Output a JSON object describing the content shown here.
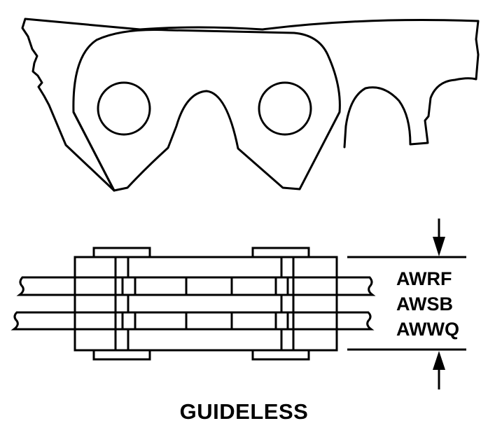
{
  "labels": {
    "part_codes": [
      "AWRF",
      "AWSB",
      "AWWQ"
    ],
    "caption": "GUIDELESS"
  },
  "colors": {
    "ink": "#000000",
    "paper": "#ffffff"
  }
}
